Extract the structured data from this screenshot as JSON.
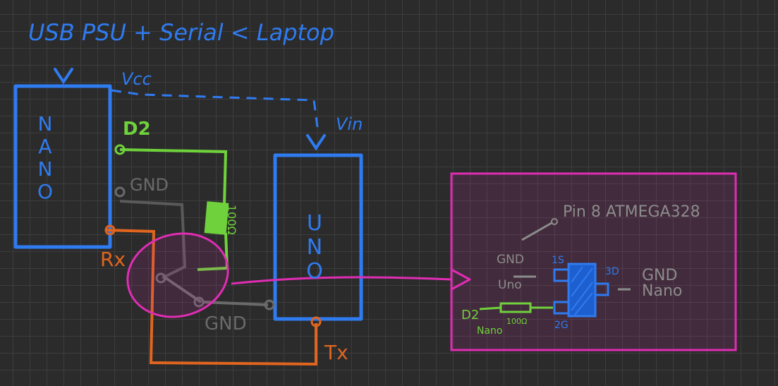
{
  "title": "USB PSU + Serial  < Laptop",
  "nano": {
    "label": "NANO",
    "pin_vcc": "Vcc",
    "pin_d2": "D2",
    "pin_gnd": "GND",
    "pin_rx": "Rx"
  },
  "uno": {
    "label": "UNO",
    "pin_vin": "Vin",
    "pin_gnd": "GND",
    "pin_tx": "Tx"
  },
  "resistor_label": "100Ω",
  "detail": {
    "pin_note": "Pin 8 ATMEGA328",
    "gnd_uno_a": "GND",
    "gnd_uno_b": "Uno",
    "pin_1": "1S",
    "pin_3": "3D",
    "pin_2": "2G",
    "gnd_nano_a": "GND",
    "gnd_nano_b": "Nano",
    "d2_a": "D2",
    "d2_b": "Nano",
    "resistor": "100Ω"
  },
  "colors": {
    "blue": "#2f7bf0",
    "green": "#6fd13b",
    "orange": "#e0651f",
    "pink": "#e02db4",
    "grey": "#6a6a6a",
    "background": "#2b2b2b"
  }
}
